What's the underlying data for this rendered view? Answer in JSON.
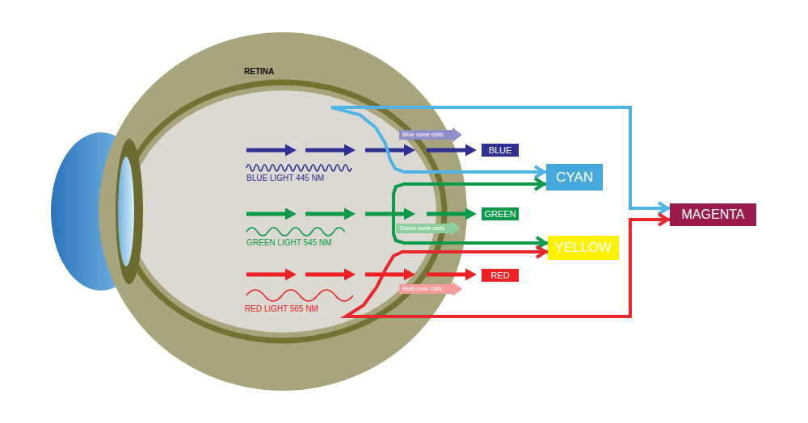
{
  "diagram": {
    "nodes": [
      {
        "text": [
          "Blue cone cells"
        ]
      },
      {
        "text": [
          "BLUE"
        ]
      },
      {
        "text": [
          "CYAN"
        ]
      },
      {
        "text": [
          "GREEN"
        ]
      },
      {
        "text": [
          "MAGENTA"
        ]
      },
      {
        "text": [
          "Green cone cells"
        ]
      },
      {
        "text": [
          "YELLOW"
        ]
      },
      {
        "text": [
          "RED"
        ]
      },
      {
        "text": [
          "Red cone cells"
        ]
      }
    ],
    "edges": [
      {
        "from": 2,
        "to": 4,
        "arrow": "both"
      },
      {
        "from": 2,
        "to": 6,
        "arrow": "both"
      },
      {
        "from": 6,
        "to": 4,
        "arrow": "both"
      }
    ],
    "labels": [
      "RETINA",
      "BLUE LIGHT 445 NM",
      "GREEN LIGHT 545 NM",
      "RED LIGHT 565 NM"
    ]
  }
}
